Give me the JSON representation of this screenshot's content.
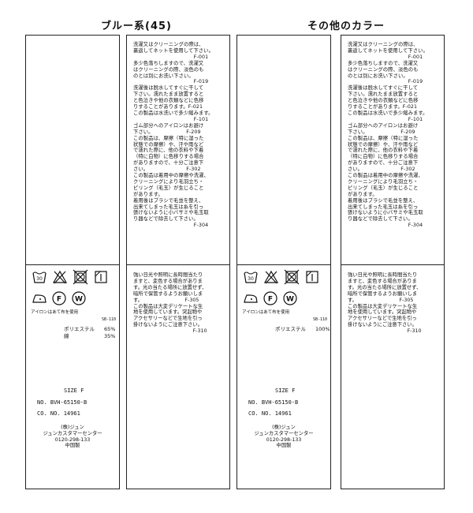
{
  "headings": {
    "left": "ブルー系(45)",
    "right": "その他のカラー"
  },
  "care_text": {
    "upper": "洗濯又はクリーニングの際は、\n裏返してネットを使用して下さい。\n　　　　　　　　　　　　F-001\n多少色落ちしますので、洗濯又\nはクリーニングの際、淡色のも\nのとは別にお洗い下さい。\n　　　　　　　　　　　　F-019\n洗濯後は脱水してすぐに干して\n下さい。濡れたまま放置すると\nと色泣きや他の衣類などに色移\nりすることがあります。F-021\nこの製品は水洗いで多少縮みます。\n　　　　　　　　　　　　F-101\nゴム部分へのアイロンはお避け\n下さい。　　　　　　　F-209\nこの製品は、摩擦（特に湿った\n状態での摩擦）や、汗や雨など\nで濡れた際に、他の衣料や下着\n（特に白物）に色移りする場合\nがありますので、十分ご注意下\nさい。　　　　　　　　F-302\nこの製品は着用中の摩擦や洗濯、\nクリーニングにより毛羽立ち・\nピリング（毛玉）が生じること\nがあります。\n着用後はブラシで毛並を整え、\n出来てしまった毛玉は糸を引っ\n張けないように小バサミや毛玉取\nり器などで除去して下さい。\n　　　　　　　　　　　　F-304",
    "lower": "強い日光や照明に長時間当たり\nますと、変色する場合がありま\nす。光の当たる場所に放置せず、\n暗所で保管するようお願いしま\nす。　　　　　　　　　F-305\nこの製品は大変デリケートな生\n地を使用しています。突起物や\nアクセサリーなどで生地を引っ\n掛けないようにご注意下さい。\n　　　　　　　　　　　　F-310"
  },
  "tag_left": {
    "iron_note": "アイロンはあて布を使用",
    "code": "SB-110",
    "fibers": [
      {
        "name": "ポリエステル",
        "pct": "65%"
      },
      {
        "name": "綿",
        "pct": "35%"
      }
    ],
    "size": "SIZE F",
    "no": "NO. BVH-65150-B",
    "co": "CO. NO.  14961",
    "maker": "(株)ジュン\nジュンカスタマーセンター\n0120-298-133\n中国製"
  },
  "tag_right": {
    "iron_note": "アイロンはあて布を使用",
    "code": "SB-110",
    "fibers": [
      {
        "name": "ポリエステル",
        "pct": "100%"
      }
    ],
    "size": "SIZE F",
    "no": "NO. BVH-65150-B",
    "co": "CO. NO.  14961",
    "maker": "(株)ジュン\nジュンカスタマーセンター\n0120-298-133\n中国製"
  },
  "icons": [
    "wash-30-icon",
    "no-bleach-icon",
    "no-tumble-dry-icon",
    "line-dry-shade-icon",
    "iron-low-icon",
    "dry-clean-f-icon",
    "wet-clean-w-icon"
  ],
  "colors": {
    "ink": "#111111",
    "border": "#222222"
  }
}
